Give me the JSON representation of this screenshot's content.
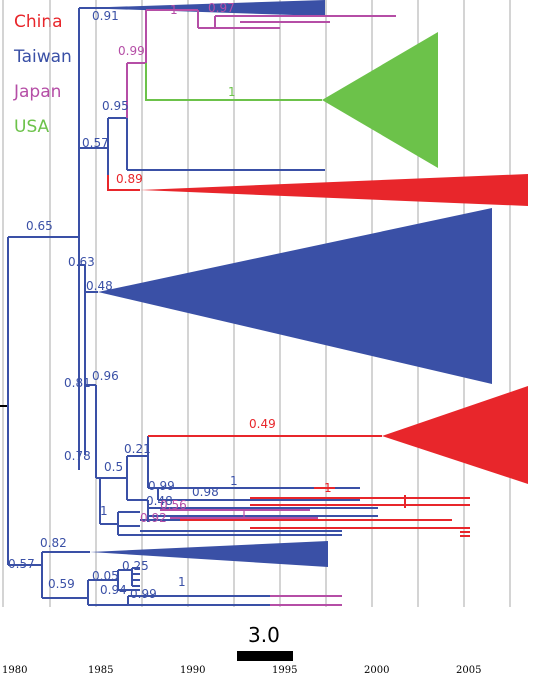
{
  "legend": [
    {
      "label": "China",
      "color": "#e8262b"
    },
    {
      "label": "Taiwan",
      "color": "#3a50a6"
    },
    {
      "label": "Japan",
      "color": "#b54ea6"
    },
    {
      "label": "USA",
      "color": "#6cc24a"
    }
  ],
  "scale": {
    "label": "3.0"
  },
  "years": [
    "1980",
    "1985",
    "1990",
    "1995",
    "2000",
    "2005"
  ],
  "support_values": {
    "n091": "0.91",
    "n1a": "1",
    "n097": "0.97",
    "n099": "0.99",
    "n1usa": "1",
    "n095": "0.95",
    "n057a": "0.57",
    "n089": "0.89",
    "n065": "0.65",
    "n063": "0.63",
    "n048": "0.48",
    "n096": "0.96",
    "n081": "0.81",
    "n049": "0.49",
    "n078": "0.78",
    "n021": "0.21",
    "n05": "0.5",
    "n099b": "0.99",
    "n1b": "1",
    "n098": "0.98",
    "n048b": "0.48",
    "n1c": "1",
    "n1d": "1",
    "n056": "0.56",
    "n092": "0.92",
    "n1e": "1",
    "n082": "0.82",
    "n057b": "0.57",
    "n025": "0.25",
    "n059": "0.59",
    "n005": "0.05",
    "n094": "0.94",
    "n099c": "0.99",
    "n1f": "1"
  },
  "colors": {
    "china": "#e8262b",
    "taiwan": "#3a50a6",
    "japan": "#b54ea6",
    "usa": "#6cc24a"
  }
}
